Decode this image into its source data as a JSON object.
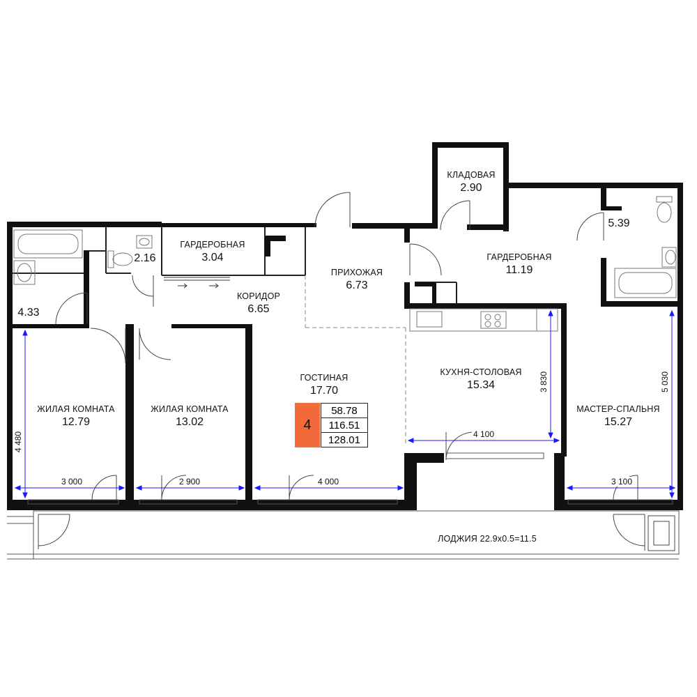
{
  "rooms": {
    "storage": {
      "name": "КЛАДОВАЯ",
      "area": "2.90"
    },
    "wardrobe_large": {
      "name": "ГАРДЕРОБНАЯ",
      "area": "11.19"
    },
    "wardrobe_small": {
      "name": "ГАРДЕРОБНАЯ",
      "area": "3.04"
    },
    "hallway": {
      "name": "ПРИХОЖАЯ",
      "area": "6.73"
    },
    "corridor": {
      "name": "КОРИДОР",
      "area": "6.65"
    },
    "living_room": {
      "name": "ГОСТИНАЯ",
      "area": "17.70"
    },
    "kitchen_dining": {
      "name": "КУХНЯ-СТОЛОВАЯ",
      "area": "15.34"
    },
    "bedroom_1": {
      "name": "ЖИЛАЯ КОМНАТА",
      "area": "12.79"
    },
    "bedroom_2": {
      "name": "ЖИЛАЯ КОМНАТА",
      "area": "13.02"
    },
    "master_bedroom": {
      "name": "МАСТЕР-СПАЛЬНЯ",
      "area": "15.27"
    },
    "bathroom_left": {
      "area": "4.33"
    },
    "toilet_small": {
      "area": "2.16"
    },
    "bathroom_master": {
      "area": "5.39"
    },
    "loggia": {
      "label": "ЛОДЖИЯ 22.9x0.5=11.5"
    }
  },
  "dimensions": {
    "bedroom_1_width": "3 000",
    "bedroom_2_width": "2 900",
    "living_width": "4 000",
    "kitchen_width": "4 100",
    "master_width": "3 100",
    "bedroom_1_depth": "4 480",
    "kitchen_depth": "3 830",
    "master_depth": "5 030"
  },
  "summary": {
    "room_count": "4",
    "living_area": "58.78",
    "total_area": "116.51",
    "total_with_loggia": "128.01"
  },
  "colors": {
    "wall": "#111111",
    "dimension_line": "#1a1aff",
    "badge": "#f26a3a",
    "fixture_line": "#777777"
  }
}
